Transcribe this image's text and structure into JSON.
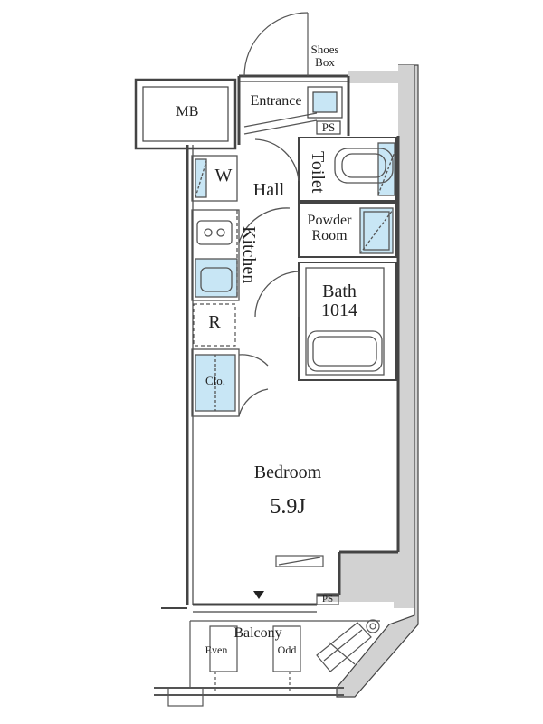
{
  "labels": {
    "shoes_box": "Shoes\nBox",
    "mb": "MB",
    "entrance": "Entrance",
    "ps_top": "PS",
    "w": "W",
    "hall": "Hall",
    "toilet": "Toilet",
    "kitchen": "Kitchen",
    "powder_room": "Powder\nRoom",
    "bath": "Bath\n1014",
    "r": "R",
    "clo": "Clo.",
    "bedroom": "Bedroom",
    "bedroom_size": "5.9J",
    "ps_bottom": "PS",
    "balcony": "Balcony",
    "even": "Even",
    "odd": "Odd"
  },
  "colors": {
    "wall": "#444444",
    "wall_fill": "#d2d2d2",
    "fixture_blue": "#c8e6f5",
    "line": "#555555"
  }
}
